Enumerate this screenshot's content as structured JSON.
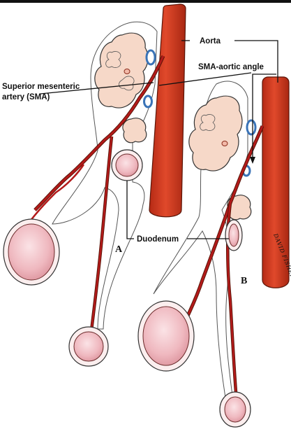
{
  "labels": {
    "aorta": "Aorta",
    "sma_aortic_angle": "SMA-aortic angle",
    "sma_line1": "Superior mesenteric",
    "sma_line2": "artery (SMA)",
    "duodenum": "Duodenum",
    "panel_a": "A",
    "panel_b": "B"
  },
  "signature": "DAVID FISHER",
  "colors": {
    "aorta": "#d13a1f",
    "aorta_dark": "#a82712",
    "artery": "#b31a1a",
    "pancreas": "#f6d8c8",
    "vein": "#3a73b7",
    "duodenum_fill": "#e8a5ae",
    "outline": "#222222"
  }
}
